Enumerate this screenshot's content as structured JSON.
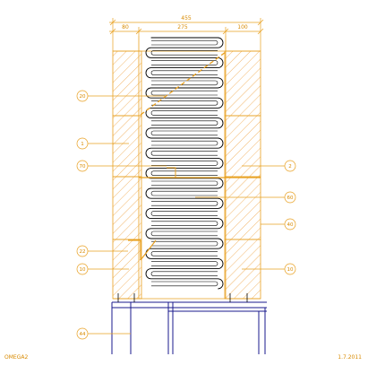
{
  "dimensions": {
    "total": "455",
    "left": "80",
    "middle": "275",
    "right": "100"
  },
  "callouts": [
    {
      "id": "20"
    },
    {
      "id": "1"
    },
    {
      "id": "70"
    },
    {
      "id": "2"
    },
    {
      "id": "60"
    },
    {
      "id": "40"
    },
    {
      "id": "22"
    },
    {
      "id": "10"
    },
    {
      "id": "10"
    },
    {
      "id": "44"
    }
  ],
  "footer": {
    "stamp": "OMEGA2",
    "date": "1.7.2011"
  },
  "colors": {
    "orange": "#e8a020",
    "hatch": "#f2b66a",
    "line": "#000000",
    "blue": "#1a1a8c"
  }
}
